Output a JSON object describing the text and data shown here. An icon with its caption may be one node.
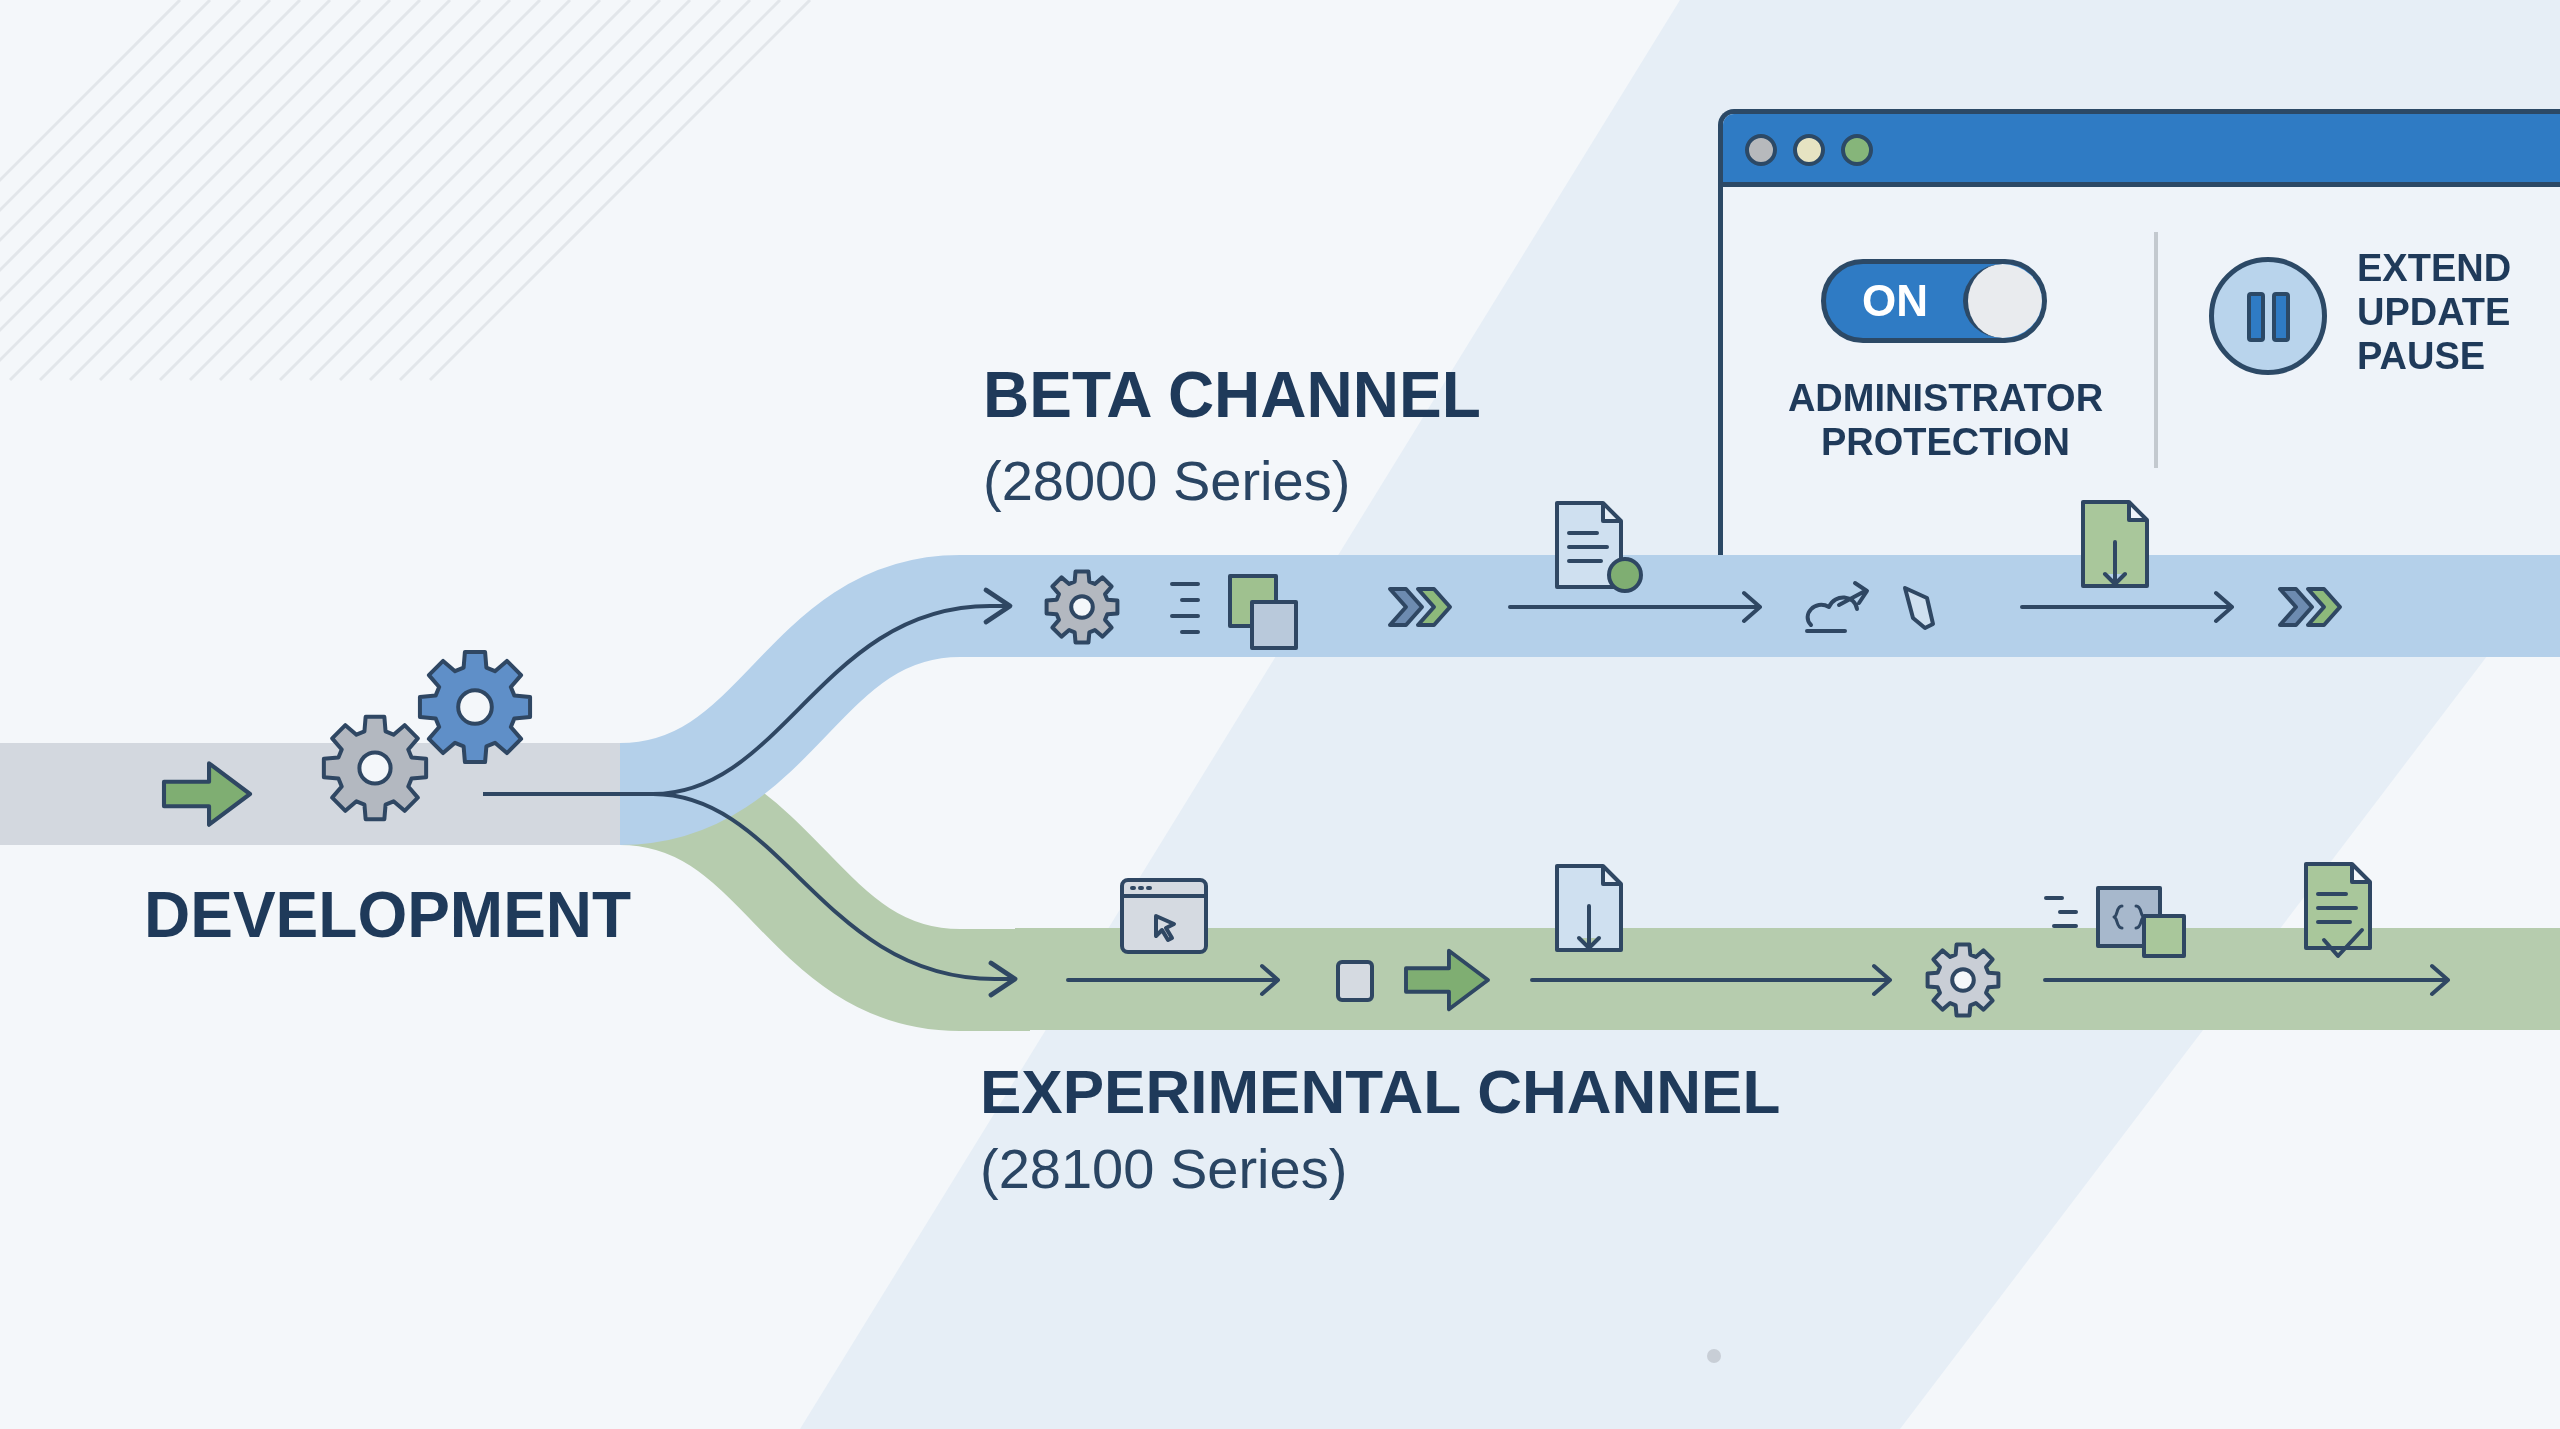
{
  "diagram": {
    "nodes": [
      {
        "text": [
          "DEVELOPMENT"
        ]
      },
      {
        "text": [
          "BETA CHANNEL",
          "(28000 Series)"
        ]
      },
      {
        "text": [
          "EXPERIMENTAL CHANNEL",
          "(28100 Series)"
        ]
      },
      {
        "text": [
          "ON",
          "ADMINISTRATOR PROTECTION",
          "EXTEND UPDATE PAUSE"
        ]
      }
    ],
    "edges": [
      {
        "from": 0,
        "to": 1,
        "arrow": "to"
      },
      {
        "from": 0,
        "to": 2,
        "arrow": "to"
      }
    ]
  }
}
